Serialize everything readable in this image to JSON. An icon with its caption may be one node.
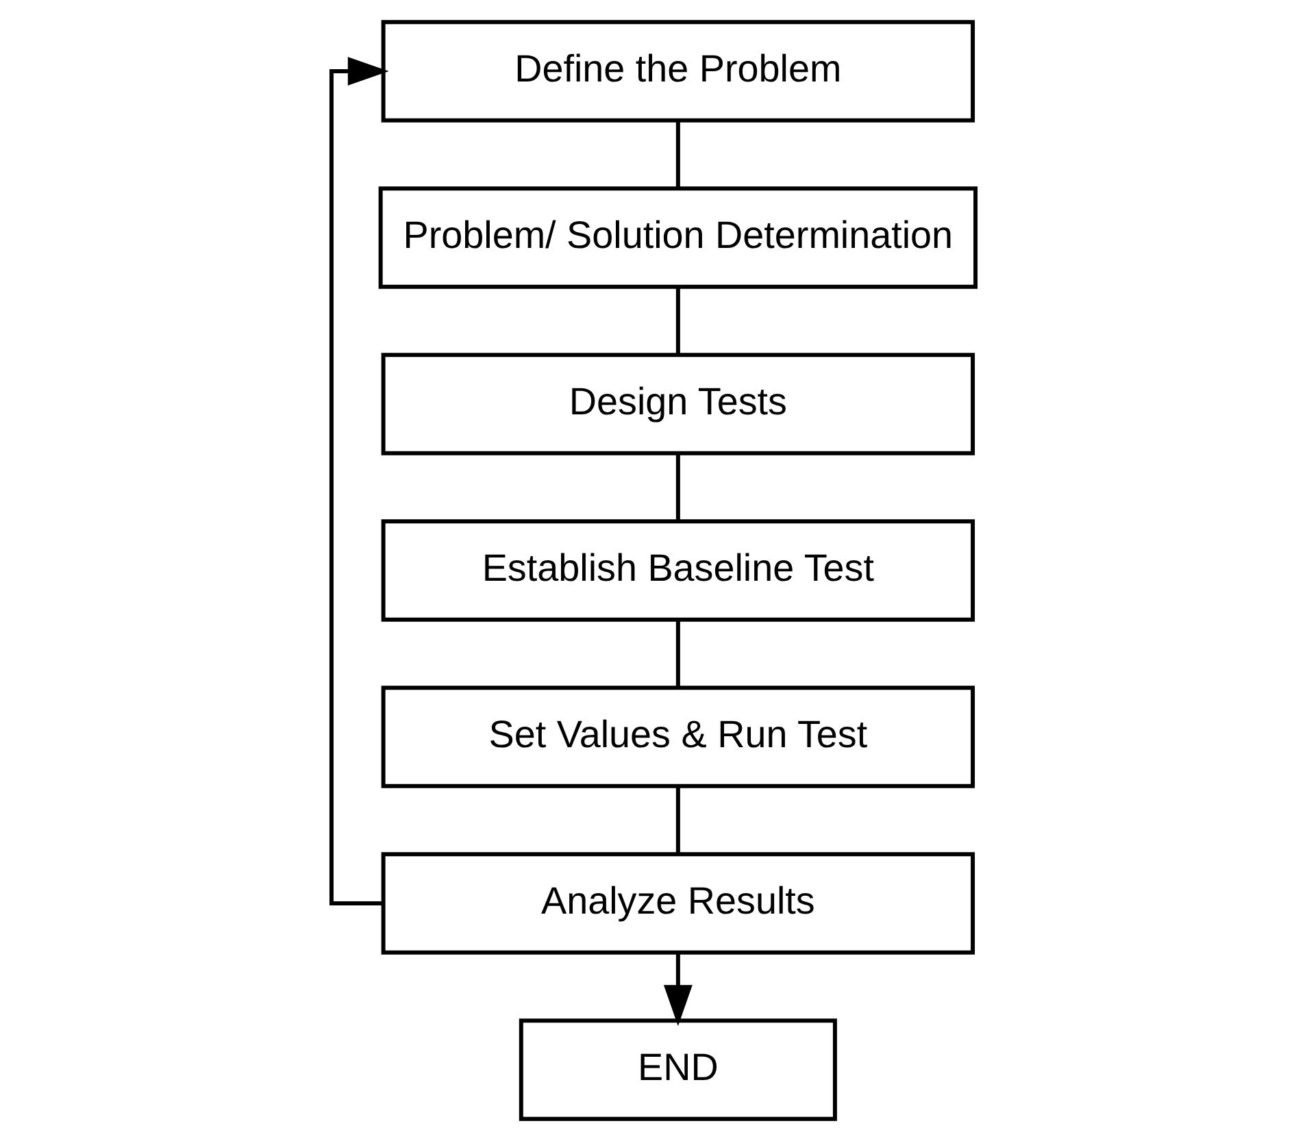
{
  "diagram": {
    "nodes": [
      {
        "text": [
          "Define the Problem"
        ]
      },
      {
        "text": [
          "Problem/ Solution Determination"
        ]
      },
      {
        "text": [
          "Design Tests"
        ]
      },
      {
        "text": [
          "Establish Baseline Test"
        ]
      },
      {
        "text": [
          "Set Values & Run Test"
        ]
      },
      {
        "text": [
          "Analyze Results"
        ]
      },
      {
        "text": [
          "END"
        ]
      }
    ],
    "edges": [
      {
        "from": 0,
        "to": 1,
        "arrow": "none"
      },
      {
        "from": 1,
        "to": 2,
        "arrow": "none"
      },
      {
        "from": 2,
        "to": 3,
        "arrow": "none"
      },
      {
        "from": 3,
        "to": 4,
        "arrow": "none"
      },
      {
        "from": 4,
        "to": 5,
        "arrow": "none"
      },
      {
        "from": 5,
        "to": 6,
        "arrow": "to"
      },
      {
        "from": 5,
        "to": 0,
        "arrow": "to"
      }
    ]
  }
}
